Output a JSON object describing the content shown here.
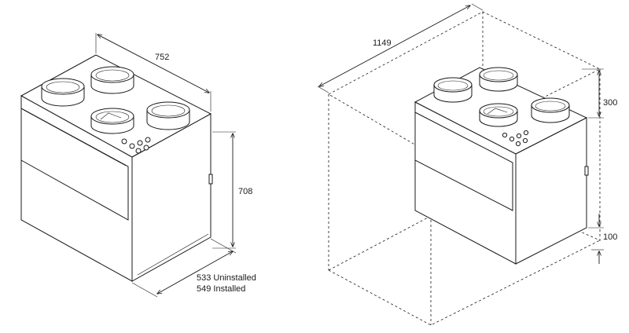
{
  "left_unit": {
    "width_label": "752",
    "height_label": "708",
    "depth_label_line1": "533 Uninstalled",
    "depth_label_line2": "549 Installed"
  },
  "right_unit": {
    "clearance_width_label": "1149",
    "top_clearance_label": "300",
    "bottom_clearance_label": "100"
  }
}
